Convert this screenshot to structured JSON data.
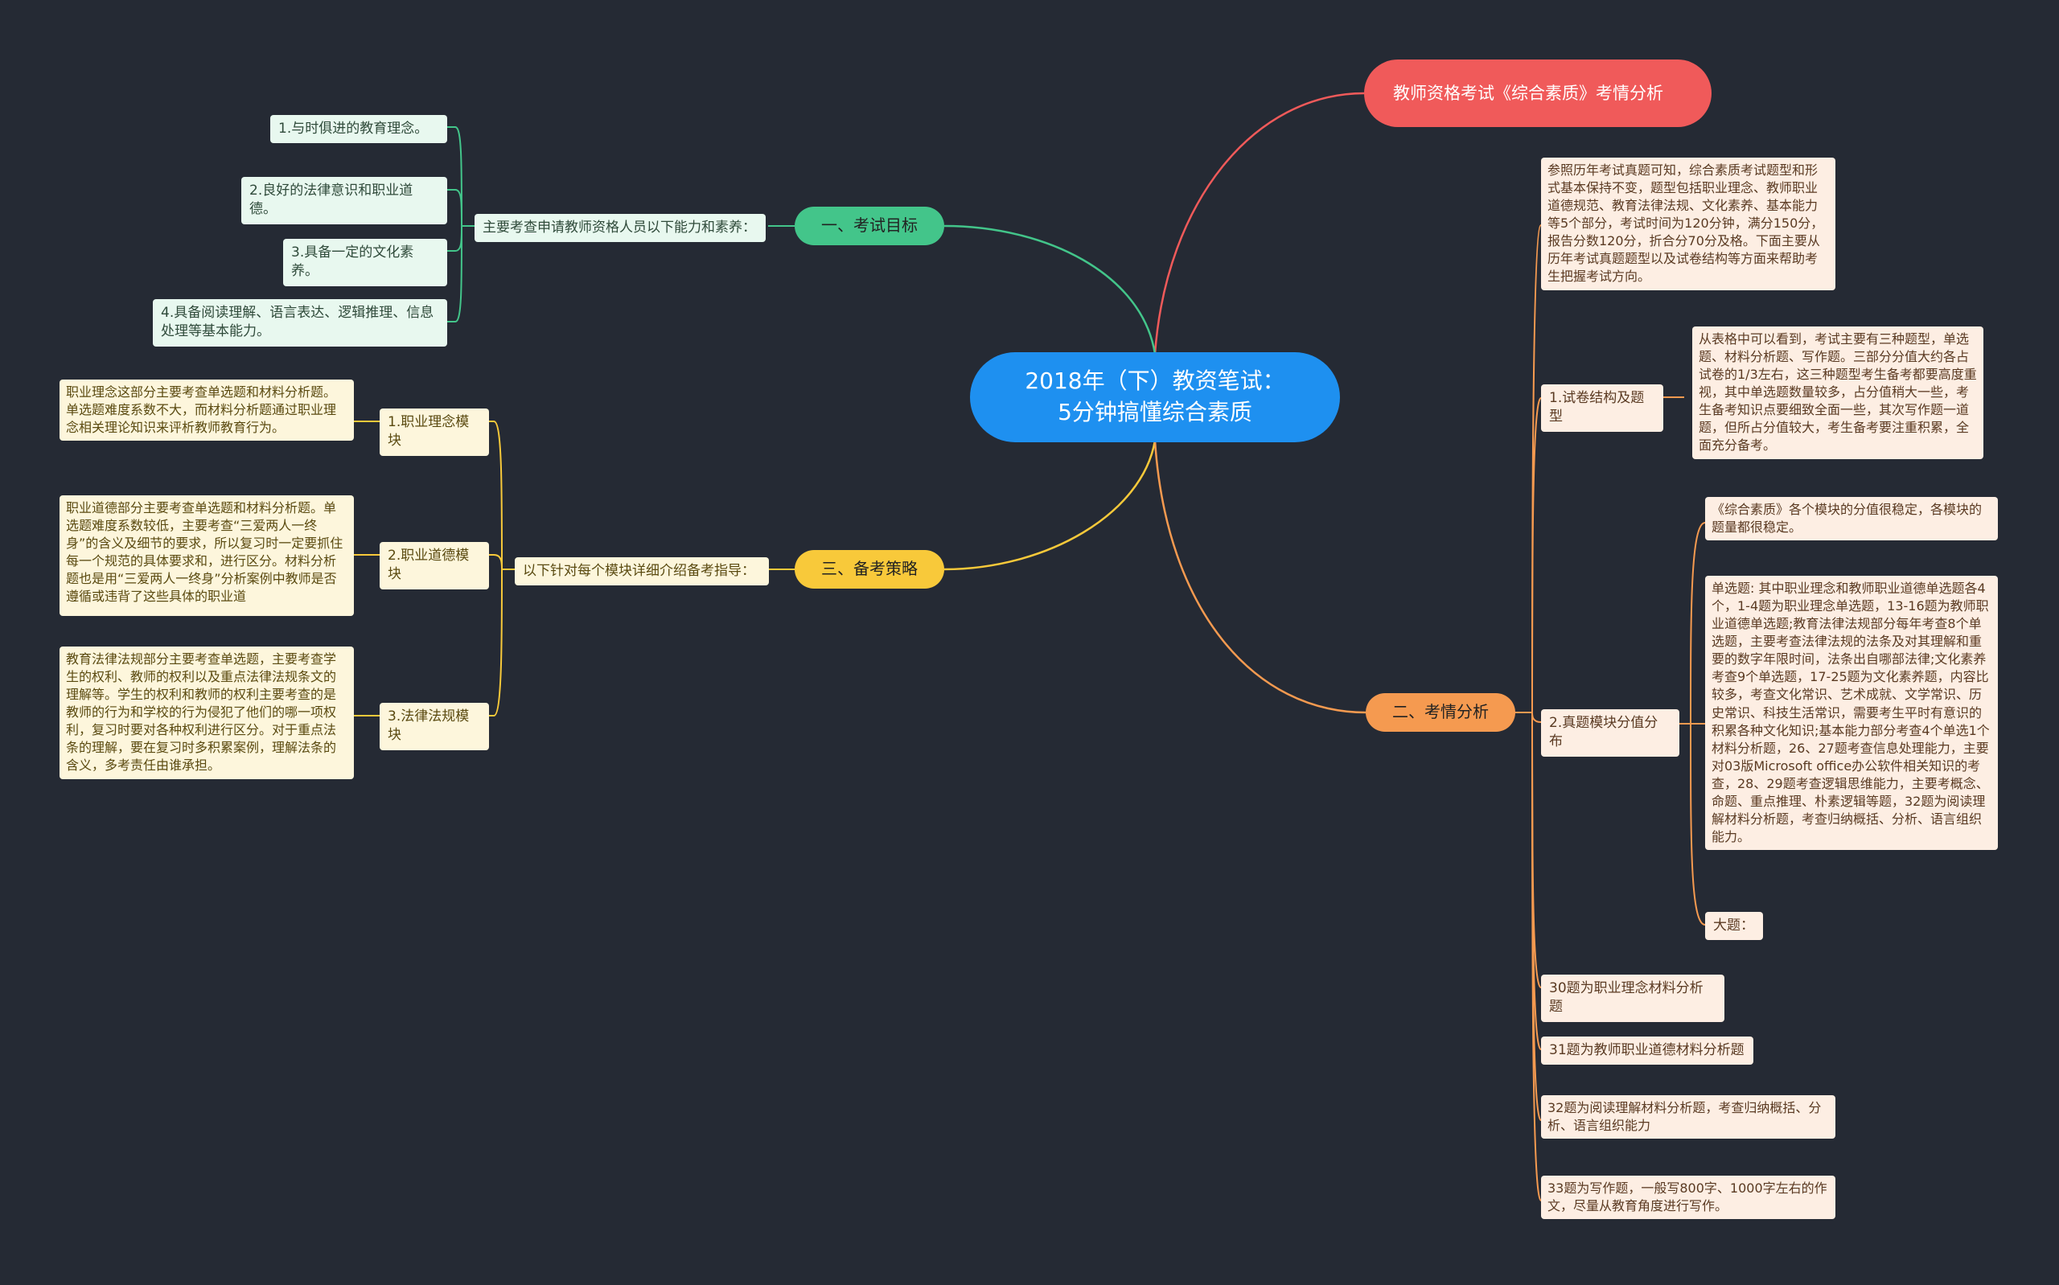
{
  "root": {
    "line1": "2018年（下）教资笔试：",
    "line2": "5分钟搞懂综合素质"
  },
  "intro": {
    "label": "教师资格考试《综合素质》考情分析"
  },
  "goals": {
    "label": "一、考试目标",
    "lead": "主要考查申请教师资格人员以下能力和素养：",
    "items": [
      "1.与时俱进的教育理念。",
      "2.良好的法律意识和职业道德。",
      "3.具备一定的文化素养。",
      "4.具备阅读理解、语言表达、逻辑推理、信息处理等基本能力。"
    ]
  },
  "strategy": {
    "label": "三、备考策略",
    "lead": "以下针对每个模块详细介绍备考指导：",
    "modules": [
      {
        "label": "1.职业理念模块",
        "detail": "职业理念这部分主要考查单选题和材料分析题。单选题难度系数不大，而材料分析题通过职业理念相关理论知识来评析教师教育行为。"
      },
      {
        "label": "2.职业道德模块",
        "detail": "职业道德部分主要考查单选题和材料分析题。单选题难度系数较低，主要考查“三爱两人一终身”的含义及细节的要求，所以复习时一定要抓住每一个规范的具体要求和，进行区分。材料分析题也是用“三爱两人一终身”分析案例中教师是否遵循或违背了这些具体的职业道"
      },
      {
        "label": "3.法律法规模块",
        "detail": "教育法律法规部分主要考查单选题，主要考查学生的权利、教师的权利以及重点法律法规条文的理解等。学生的权利和教师的权利主要考查的是教师的行为和学校的行为侵犯了他们的哪一项权利，复习时要对各种权利进行区分。对于重点法条的理解，要在复习时多积累案例，理解法条的含义，多考责任由谁承担。"
      }
    ]
  },
  "analysis": {
    "label": "二、考情分析",
    "overview": "参照历年考试真题可知，综合素质考试题型和形式基本保持不变，题型包括职业理念、教师职业道德规范、教育法律法规、文化素养、基本能力等5个部分，考试时间为120分钟，满分150分，报告分数120分，折合分70分及格。下面主要从历年考试真题题型以及试卷结构等方面来帮助考生把握考试方向。",
    "structure": {
      "label": "1.试卷结构及题型",
      "detail": "从表格中可以看到，考试主要有三种题型，单选题、材料分析题、写作题。三部分分值大约各占试卷的1/3左右，这三种题型考生备考都要高度重视，其中单选题数量较多，占分值稍大一些，考生备考知识点要细致全面一些，其次写作题一道题，但所占分值较大，考生备考要注重积累，全面充分备考。"
    },
    "distribution": {
      "label": "2.真题模块分值分布",
      "stable": "《综合素质》各个模块的分值很稳定，各模块的题量都很稳定。",
      "single": "单选题: 其中职业理念和教师职业道德单选题各4个，1-4题为职业理念单选题，13-16题为教师职业道德单选题;教育法律法规部分每年考查8个单选题，主要考查法律法规的法条及对其理解和重要的数字年限时间，法条出自哪部法律;文化素养考查9个单选题，17-25题为文化素养题，内容比较多，考查文化常识、艺术成就、文学常识、历史常识、科技生活常识，需要考生平时有意识的积累各种文化知识;基本能力部分考查4个单选1个材料分析题，26、27题考查信息处理能力，主要对03版Microsoft office办公软件相关知识的考查，28、29题考查逻辑思维能力，主要考概念、命题、重点推理、朴素逻辑等题，32题为阅读理解材料分析题，考查归纳概括、分析、语言组织能力。",
      "big": "大题："
    },
    "questions": [
      "30题为职业理念材料分析题",
      "31题为教师职业道德材料分析题",
      "32题为阅读理解材料分析题，考查归纳概括、分析、语言组织能力",
      "33题为写作题，一般写800字、1000字左右的作文，尽量从教育角度进行写作。"
    ]
  },
  "colors": {
    "background": "#252a34",
    "root": "#1e90f0",
    "red": "#f05a5a",
    "green": "#43c58a",
    "yellow": "#f8c93a",
    "orange": "#f59a50"
  }
}
